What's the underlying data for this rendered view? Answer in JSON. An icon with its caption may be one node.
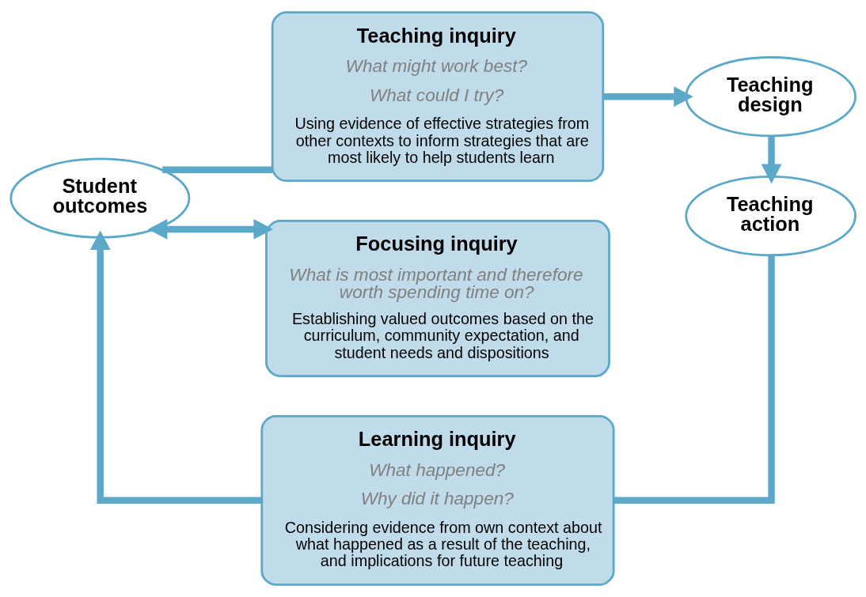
{
  "diagram": {
    "nodes": [
      {
        "text": [
          "Student outcomes"
        ]
      },
      {
        "text": [
          "Teaching inquiry",
          "What might work best?",
          "What could I try?",
          "Using evidence of effective strategies from other contexts to inform strategies that are most likely to help students learn"
        ]
      },
      {
        "text": [
          "Teaching design"
        ]
      },
      {
        "text": [
          "Focusing inquiry",
          "What is most important and therefore worth spending time on?",
          "Establishing valued outcomes based on the curriculum, community expectation, and student needs and dispositions"
        ]
      },
      {
        "text": [
          "Teaching action"
        ]
      },
      {
        "text": [
          "Learning inquiry",
          "What happened?",
          "Why did it happen?",
          "Considering evidence from own context about what happened as a result of the teaching, and implications for future teaching"
        ]
      }
    ],
    "edges": [
      {
        "from": 0,
        "to": 1,
        "arrow": "none"
      },
      {
        "from": 1,
        "to": 2,
        "arrow": "to"
      },
      {
        "from": 2,
        "to": 4,
        "arrow": "to"
      },
      {
        "from": 4,
        "to": 5,
        "arrow": "none"
      },
      {
        "from": 5,
        "to": 0,
        "arrow": "to"
      },
      {
        "from": 0,
        "to": 3,
        "arrow": "both"
      }
    ]
  }
}
